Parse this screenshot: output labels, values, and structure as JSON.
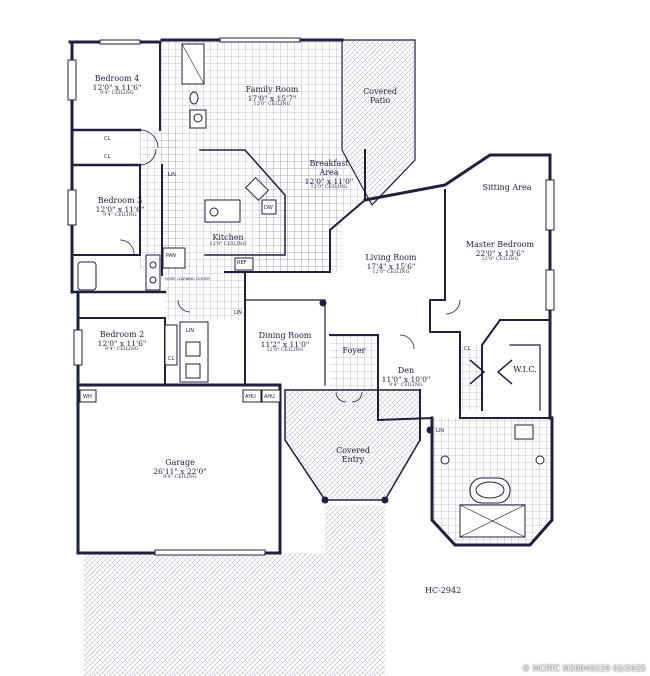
{
  "rooms": {
    "bedroom4": {
      "name": "Bedroom 4",
      "dim": "12'0\" x 11'6\"",
      "ceiling": "9'4\" CEILING"
    },
    "family": {
      "name": "Family Room",
      "dim": "17'0\" x 15'7\"",
      "ceiling": "12'0\" CEILING"
    },
    "covered_patio": {
      "line1": "Covered",
      "line2": "Patio"
    },
    "breakfast": {
      "line1": "Breakfast",
      "line2": "Area",
      "dim": "12'0\" x 11'0\"",
      "ceiling": "12'0\" CEILING"
    },
    "bedroom3": {
      "name": "Bedroom 3",
      "dim": "12'0\" x 11'6\"",
      "ceiling": "9'4\" CEILING"
    },
    "kitchen": {
      "name": "Kitchen",
      "ceiling": "12'0\" CEILING"
    },
    "sitting": {
      "name": "Sitting Area"
    },
    "living": {
      "name": "Living Room",
      "dim": "17'4\" x 15'6\"",
      "ceiling": "12'0\" CEILING"
    },
    "master": {
      "name": "Master Bedroom",
      "dim": "22'0\" x 13'6\"",
      "ceiling": "12'0\" CEILING"
    },
    "bedroom2": {
      "name": "Bedroom 2",
      "dim": "12'0\" x 11'6\"",
      "ceiling": "9'4\" CEILING"
    },
    "dining": {
      "name": "Dining Room",
      "dim": "11'2\" x 11'0\"",
      "ceiling": "12'0\" CEILING"
    },
    "foyer": {
      "name": "Foyer"
    },
    "den": {
      "name": "Den",
      "dim": "11'0\" x 10'0\"",
      "ceiling": "9'4\" CEILING"
    },
    "wic": {
      "name": "W.I.C."
    },
    "garage": {
      "name": "Garage",
      "dim": "26'11\" x 22'0\"",
      "ceiling": "9'4\" CEILING"
    },
    "covered_entry": {
      "line1": "Covered",
      "line2": "Entry"
    }
  },
  "fixtures": {
    "cl_b4": "CL",
    "cl_b3": "CL",
    "lin_b3": "LIN",
    "pan": "PAN",
    "ref": "REF",
    "dw": "DW",
    "learning_center": "HOME LEARNING CENTER",
    "lin_hall": "LIN",
    "lin_dining": "LIN",
    "cl_b2": "CL",
    "wh": "WH",
    "ahu1": "AHU",
    "ahu2": "AHU",
    "lin_master": "LIN",
    "cl_master": "CL"
  },
  "plan_code": "HC-2942",
  "watermark": "© MCRTC M20049229 02/2025",
  "colors": {
    "wall": "#1f1f3e",
    "hatch": "#9a9ab2",
    "paper": "#ffffff"
  }
}
